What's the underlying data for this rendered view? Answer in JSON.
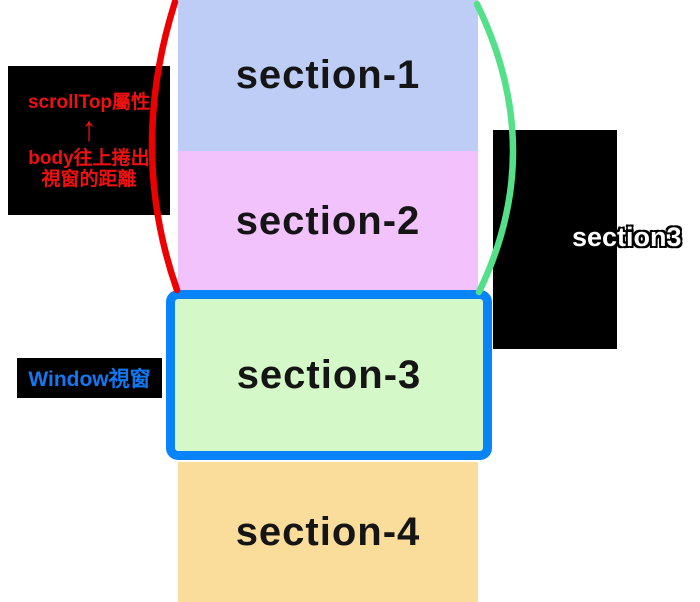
{
  "diagram": {
    "sections": [
      {
        "label": "section-1",
        "bg": "#bdcdf6"
      },
      {
        "label": "section-2",
        "bg": "#f1c2fb"
      },
      {
        "label": "section-3",
        "bg": "#d4f8c7"
      },
      {
        "label": "section-4",
        "bg": "#fadc9b"
      }
    ],
    "scrolltop_note": {
      "line1": "scrollTop屬性",
      "arrow": "↑",
      "line2": "body往上捲出",
      "line3": "視窗的距離",
      "text_color": "#ee1111",
      "bg": "#000000"
    },
    "window_note": {
      "label": "Window視窗",
      "text_color": "#1178f2",
      "bg": "#000000"
    },
    "right_note": {
      "label": "section3",
      "text_color": "#ffffff",
      "bg": "#000000"
    },
    "shapes": {
      "red_brace_color": "#ec0000",
      "green_brace_color": "#53e089",
      "viewport_border_color": "#0884f8"
    }
  }
}
